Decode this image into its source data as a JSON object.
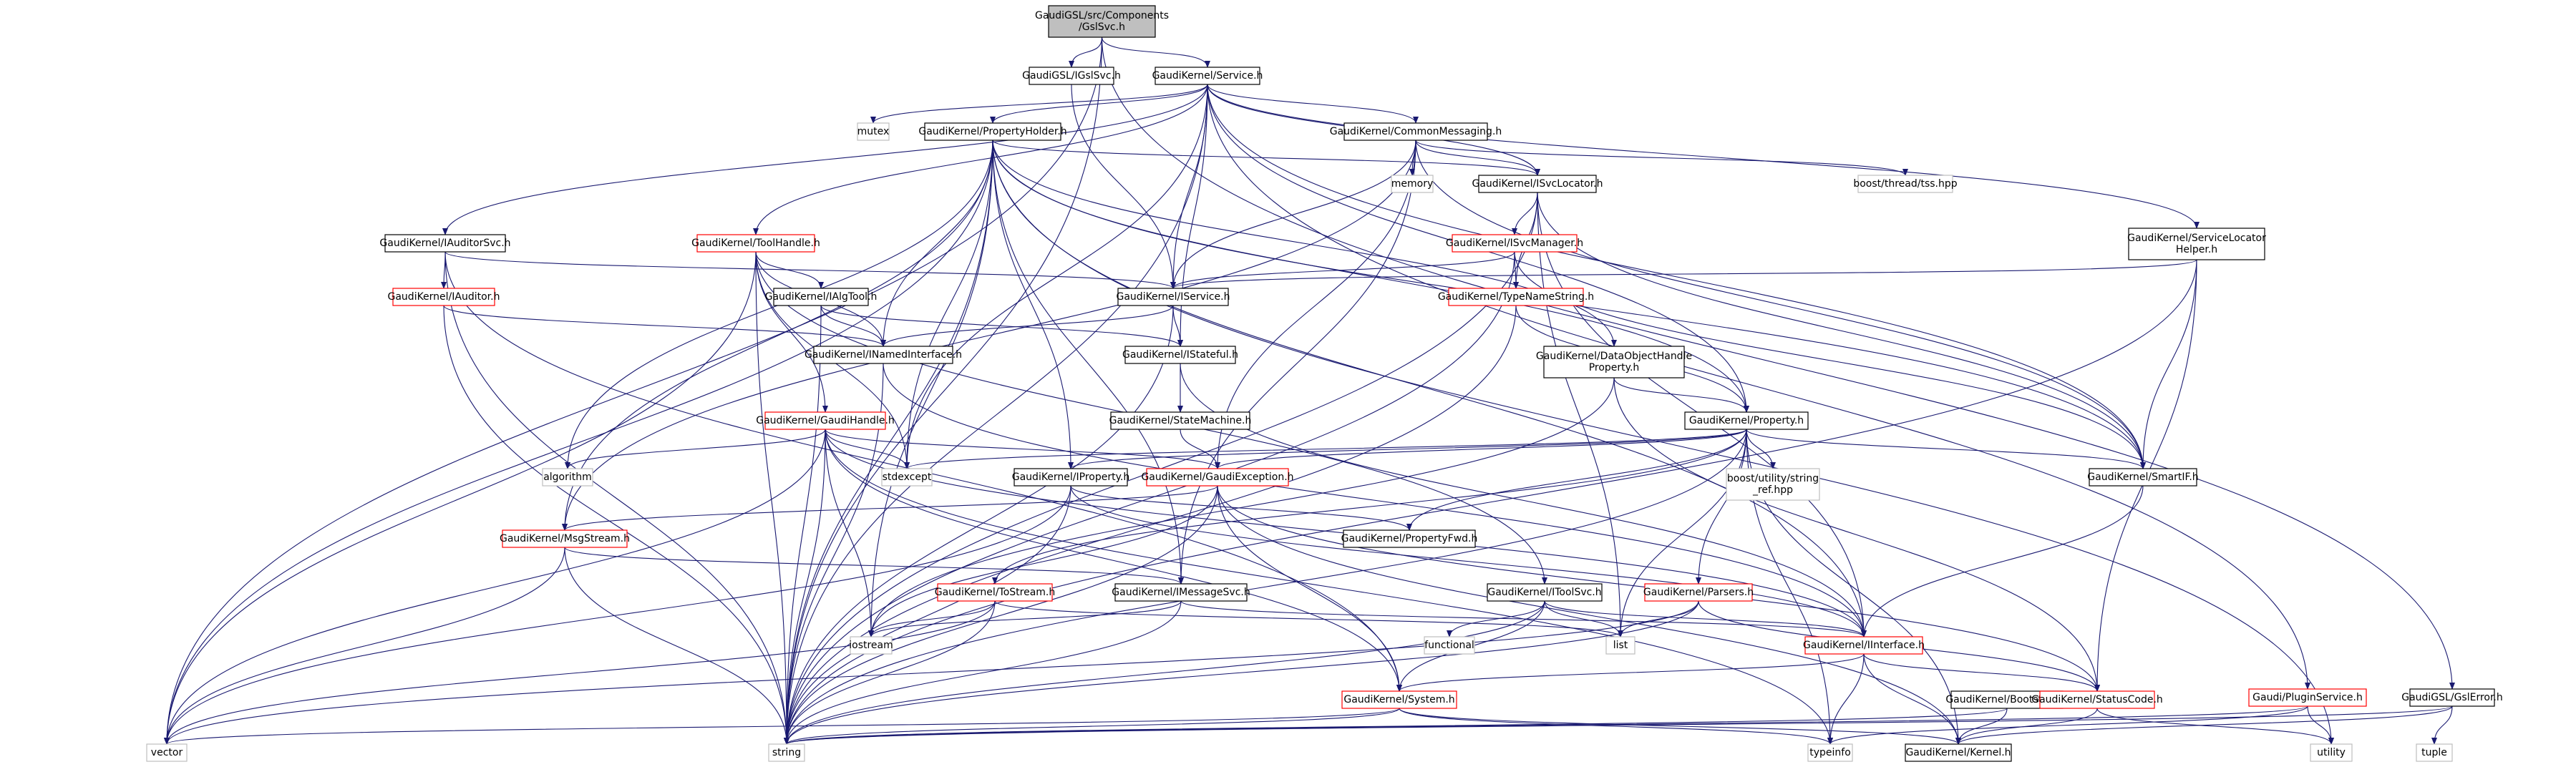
{
  "colors": {
    "edge": "#191970",
    "box_border_normal": "#000000",
    "box_border_truncated": "#ff0000",
    "box_border_external": "#bfbfbf",
    "root_fill": "#bfbfbf",
    "box_fill": "#ffffff",
    "text": "#000000"
  },
  "nodes": [
    {
      "id": "root",
      "label": [
        "GaudiGSL/src/Components",
        "/GslSvc.h"
      ],
      "kind": "root"
    },
    {
      "id": "igslsvc",
      "label": [
        "GaudiGSL/IGslSvc.h"
      ],
      "kind": "normal"
    },
    {
      "id": "service",
      "label": [
        "GaudiKernel/Service.h"
      ],
      "kind": "normal"
    },
    {
      "id": "gslerror",
      "label": [
        "GaudiGSL/GslError.h"
      ],
      "kind": "normal"
    },
    {
      "id": "mutex",
      "label": [
        "mutex"
      ],
      "kind": "external"
    },
    {
      "id": "propholder",
      "label": [
        "GaudiKernel/PropertyHolder.h"
      ],
      "kind": "normal"
    },
    {
      "id": "commonmsg",
      "label": [
        "GaudiKernel/CommonMessaging.h"
      ],
      "kind": "normal"
    },
    {
      "id": "memory",
      "label": [
        "memory"
      ],
      "kind": "external"
    },
    {
      "id": "isvclocator",
      "label": [
        "GaudiKernel/ISvcLocator.h"
      ],
      "kind": "normal"
    },
    {
      "id": "threadtss",
      "label": [
        "boost/thread/tss.hpp"
      ],
      "kind": "external"
    },
    {
      "id": "iauditorsvc",
      "label": [
        "GaudiKernel/IAuditorSvc.h"
      ],
      "kind": "normal"
    },
    {
      "id": "toolhandle",
      "label": [
        "GaudiKernel/ToolHandle.h"
      ],
      "kind": "truncated"
    },
    {
      "id": "isvcmanager",
      "label": [
        "GaudiKernel/ISvcManager.h"
      ],
      "kind": "truncated"
    },
    {
      "id": "servicelocator",
      "label": [
        "GaudiKernel/ServiceLocator",
        "Helper.h"
      ],
      "kind": "normal"
    },
    {
      "id": "iauditor",
      "label": [
        "GaudiKernel/IAuditor.h"
      ],
      "kind": "truncated"
    },
    {
      "id": "ialgtool",
      "label": [
        "GaudiKernel/IAlgTool.h"
      ],
      "kind": "normal"
    },
    {
      "id": "iservice",
      "label": [
        "GaudiKernel/IService.h"
      ],
      "kind": "normal"
    },
    {
      "id": "typenamestring",
      "label": [
        "GaudiKernel/TypeNameString.h"
      ],
      "kind": "truncated"
    },
    {
      "id": "inamedinterface",
      "label": [
        "GaudiKernel/INamedInterface.h"
      ],
      "kind": "normal"
    },
    {
      "id": "istateful",
      "label": [
        "GaudiKernel/IStateful.h"
      ],
      "kind": "normal"
    },
    {
      "id": "dataobjhandle",
      "label": [
        "GaudiKernel/DataObjectHandle",
        "Property.h"
      ],
      "kind": "normal"
    },
    {
      "id": "statemachine",
      "label": [
        "GaudiKernel/StateMachine.h"
      ],
      "kind": "normal"
    },
    {
      "id": "gaudihandle",
      "label": [
        "GaudiKernel/GaudiHandle.h"
      ],
      "kind": "truncated"
    },
    {
      "id": "property",
      "label": [
        "GaudiKernel/Property.h"
      ],
      "kind": "normal"
    },
    {
      "id": "algorithm",
      "label": [
        "algorithm"
      ],
      "kind": "external"
    },
    {
      "id": "stdexcept",
      "label": [
        "stdexcept"
      ],
      "kind": "external"
    },
    {
      "id": "iproperty",
      "label": [
        "GaudiKernel/IProperty.h"
      ],
      "kind": "normal"
    },
    {
      "id": "gaudiexception",
      "label": [
        "GaudiKernel/GaudiException.h"
      ],
      "kind": "truncated"
    },
    {
      "id": "stringref",
      "label": [
        "boost/utility/string",
        "_ref.hpp"
      ],
      "kind": "external"
    },
    {
      "id": "smartif",
      "label": [
        "GaudiKernel/SmartIF.h"
      ],
      "kind": "normal"
    },
    {
      "id": "msgstream",
      "label": [
        "GaudiKernel/MsgStream.h"
      ],
      "kind": "truncated"
    },
    {
      "id": "propertyfwd",
      "label": [
        "GaudiKernel/PropertyFwd.h"
      ],
      "kind": "normal"
    },
    {
      "id": "tostream",
      "label": [
        "GaudiKernel/ToStream.h"
      ],
      "kind": "truncated"
    },
    {
      "id": "imessagesvc",
      "label": [
        "GaudiKernel/IMessageSvc.h"
      ],
      "kind": "normal"
    },
    {
      "id": "itoolsvc",
      "label": [
        "GaudiKernel/IToolSvc.h"
      ],
      "kind": "normal"
    },
    {
      "id": "parsers",
      "label": [
        "GaudiKernel/Parsers.h"
      ],
      "kind": "truncated"
    },
    {
      "id": "iostream",
      "label": [
        "iostream"
      ],
      "kind": "external"
    },
    {
      "id": "functional",
      "label": [
        "functional"
      ],
      "kind": "external"
    },
    {
      "id": "list",
      "label": [
        "list"
      ],
      "kind": "external"
    },
    {
      "id": "iinterface",
      "label": [
        "GaudiKernel/IInterface.h"
      ],
      "kind": "truncated"
    },
    {
      "id": "system",
      "label": [
        "GaudiKernel/System.h"
      ],
      "kind": "truncated"
    },
    {
      "id": "bootstrap",
      "label": [
        "GaudiKernel/Bootstrap.h"
      ],
      "kind": "normal"
    },
    {
      "id": "statuscode",
      "label": [
        "GaudiKernel/StatusCode.h"
      ],
      "kind": "truncated"
    },
    {
      "id": "pluginservice",
      "label": [
        "Gaudi/PluginService.h"
      ],
      "kind": "truncated"
    },
    {
      "id": "vector",
      "label": [
        "vector"
      ],
      "kind": "external"
    },
    {
      "id": "string",
      "label": [
        "string"
      ],
      "kind": "external"
    },
    {
      "id": "typeinfo",
      "label": [
        "typeinfo"
      ],
      "kind": "external"
    },
    {
      "id": "kernel",
      "label": [
        "GaudiKernel/Kernel.h"
      ],
      "kind": "normal"
    },
    {
      "id": "utility",
      "label": [
        "utility"
      ],
      "kind": "external"
    },
    {
      "id": "tuple",
      "label": [
        "tuple"
      ],
      "kind": "external"
    }
  ],
  "edges": [
    [
      "root",
      "igslsvc"
    ],
    [
      "root",
      "service"
    ],
    [
      "root",
      "gslerror"
    ],
    [
      "root",
      "vector"
    ],
    [
      "root",
      "string"
    ],
    [
      "igslsvc",
      "iservice"
    ],
    [
      "service",
      "mutex"
    ],
    [
      "service",
      "propholder"
    ],
    [
      "service",
      "commonmsg"
    ],
    [
      "service",
      "isvclocator"
    ],
    [
      "service",
      "iauditorsvc"
    ],
    [
      "service",
      "toolhandle"
    ],
    [
      "service",
      "servicelocator"
    ],
    [
      "service",
      "iservice"
    ],
    [
      "service",
      "istateful"
    ],
    [
      "service",
      "property"
    ],
    [
      "service",
      "smartif"
    ],
    [
      "service",
      "pluginservice"
    ],
    [
      "service",
      "stdexcept"
    ],
    [
      "service",
      "string"
    ],
    [
      "gslerror",
      "kernel"
    ],
    [
      "gslerror",
      "string"
    ],
    [
      "propholder",
      "isvclocator"
    ],
    [
      "propholder",
      "inamedinterface"
    ],
    [
      "propholder",
      "iproperty"
    ],
    [
      "propholder",
      "property"
    ],
    [
      "propholder",
      "dataobjhandle"
    ],
    [
      "propholder",
      "msgstream"
    ],
    [
      "propholder",
      "algorithm"
    ],
    [
      "propholder",
      "stdexcept"
    ],
    [
      "propholder",
      "iostream"
    ],
    [
      "propholder",
      "iinterface"
    ],
    [
      "propholder",
      "smartif"
    ],
    [
      "propholder",
      "vector"
    ],
    [
      "propholder",
      "string"
    ],
    [
      "propholder",
      "utility"
    ],
    [
      "propholder",
      "imessagesvc"
    ],
    [
      "commonmsg",
      "memory"
    ],
    [
      "commonmsg",
      "isvclocator"
    ],
    [
      "commonmsg",
      "threadtss"
    ],
    [
      "commonmsg",
      "iservice"
    ],
    [
      "commonmsg",
      "imessagesvc"
    ],
    [
      "commonmsg",
      "gaudiexception"
    ],
    [
      "commonmsg",
      "smartif"
    ],
    [
      "commonmsg",
      "msgstream"
    ],
    [
      "isvclocator",
      "isvcmanager"
    ],
    [
      "isvclocator",
      "typenamestring"
    ],
    [
      "isvclocator",
      "iinterface"
    ],
    [
      "isvclocator",
      "smartif"
    ],
    [
      "isvclocator",
      "list"
    ],
    [
      "isvclocator",
      "string"
    ],
    [
      "iauditorsvc",
      "iauditor"
    ],
    [
      "iauditorsvc",
      "iservice"
    ],
    [
      "iauditorsvc",
      "system"
    ],
    [
      "iauditorsvc",
      "string"
    ],
    [
      "toolhandle",
      "ialgtool"
    ],
    [
      "toolhandle",
      "inamedinterface"
    ],
    [
      "toolhandle",
      "gaudihandle"
    ],
    [
      "toolhandle",
      "itoolsvc"
    ],
    [
      "toolhandle",
      "stdexcept"
    ],
    [
      "toolhandle",
      "string"
    ],
    [
      "toolhandle",
      "vector"
    ],
    [
      "isvcmanager",
      "iservice"
    ],
    [
      "isvcmanager",
      "typenamestring"
    ],
    [
      "isvcmanager",
      "smartif"
    ],
    [
      "isvcmanager",
      "string"
    ],
    [
      "servicelocator",
      "iservice"
    ],
    [
      "servicelocator",
      "smartif"
    ],
    [
      "servicelocator",
      "statuscode"
    ],
    [
      "servicelocator",
      "string"
    ],
    [
      "iauditor",
      "inamedinterface"
    ],
    [
      "iauditor",
      "string"
    ],
    [
      "ialgtool",
      "inamedinterface"
    ],
    [
      "ialgtool",
      "istateful"
    ],
    [
      "ialgtool",
      "string"
    ],
    [
      "iservice",
      "inamedinterface"
    ],
    [
      "iservice",
      "istateful"
    ],
    [
      "iservice",
      "string"
    ],
    [
      "typenamestring",
      "property"
    ],
    [
      "typenamestring",
      "string"
    ],
    [
      "inamedinterface",
      "iinterface"
    ],
    [
      "inamedinterface",
      "string"
    ],
    [
      "istateful",
      "statemachine"
    ],
    [
      "istateful",
      "iinterface"
    ],
    [
      "dataobjhandle",
      "property"
    ],
    [
      "dataobjhandle",
      "statuscode"
    ],
    [
      "dataobjhandle",
      "iostream"
    ],
    [
      "statemachine",
      "gaudiexception"
    ],
    [
      "gaudihandle",
      "gaudiexception"
    ],
    [
      "gaudihandle",
      "iinterface"
    ],
    [
      "gaudihandle",
      "algorithm"
    ],
    [
      "gaudihandle",
      "stdexcept"
    ],
    [
      "gaudihandle",
      "iostream"
    ],
    [
      "gaudihandle",
      "vector"
    ],
    [
      "gaudihandle",
      "string"
    ],
    [
      "gaudihandle",
      "system"
    ],
    [
      "gaudihandle",
      "typeinfo"
    ],
    [
      "property",
      "iproperty"
    ],
    [
      "property",
      "gaudiexception"
    ],
    [
      "property",
      "stringref"
    ],
    [
      "property",
      "smartif"
    ],
    [
      "property",
      "propertyfwd"
    ],
    [
      "property",
      "tostream"
    ],
    [
      "property",
      "parsers"
    ],
    [
      "property",
      "stdexcept"
    ],
    [
      "property",
      "string"
    ],
    [
      "property",
      "typeinfo"
    ],
    [
      "property",
      "kernel"
    ],
    [
      "property",
      "list"
    ],
    [
      "iproperty",
      "iinterface"
    ],
    [
      "iproperty",
      "propertyfwd"
    ],
    [
      "iproperty",
      "vector"
    ],
    [
      "iproperty",
      "string"
    ],
    [
      "gaudiexception",
      "statuscode"
    ],
    [
      "gaudiexception",
      "system"
    ],
    [
      "gaudiexception",
      "msgstream"
    ],
    [
      "gaudiexception",
      "iostream"
    ],
    [
      "gaudiexception",
      "string"
    ],
    [
      "gaudiexception",
      "kernel"
    ],
    [
      "smartif",
      "iinterface"
    ],
    [
      "msgstream",
      "imessagesvc"
    ],
    [
      "msgstream",
      "vector"
    ],
    [
      "msgstream",
      "string"
    ],
    [
      "tostream",
      "iostream"
    ],
    [
      "tostream",
      "list"
    ],
    [
      "tostream",
      "vector"
    ],
    [
      "tostream",
      "string"
    ],
    [
      "imessagesvc",
      "iinterface"
    ],
    [
      "imessagesvc",
      "iostream"
    ],
    [
      "imessagesvc",
      "string"
    ],
    [
      "itoolsvc",
      "iinterface"
    ],
    [
      "itoolsvc",
      "system"
    ],
    [
      "itoolsvc",
      "functional"
    ],
    [
      "itoolsvc",
      "list"
    ],
    [
      "itoolsvc",
      "string"
    ],
    [
      "parsers",
      "statuscode"
    ],
    [
      "parsers",
      "list"
    ],
    [
      "parsers",
      "string"
    ],
    [
      "parsers",
      "vector"
    ],
    [
      "iinterface",
      "system"
    ],
    [
      "iinterface",
      "statuscode"
    ],
    [
      "iinterface",
      "typeinfo"
    ],
    [
      "iinterface",
      "kernel"
    ],
    [
      "system",
      "kernel"
    ],
    [
      "system",
      "typeinfo"
    ],
    [
      "system",
      "vector"
    ],
    [
      "system",
      "string"
    ],
    [
      "bootstrap",
      "kernel"
    ],
    [
      "bootstrap",
      "string"
    ],
    [
      "statuscode",
      "kernel"
    ],
    [
      "statuscode",
      "utility"
    ],
    [
      "pluginservice",
      "string"
    ],
    [
      "pluginservice",
      "typeinfo"
    ],
    [
      "pluginservice",
      "utility"
    ],
    [
      "gslerror",
      "tuple"
    ]
  ]
}
